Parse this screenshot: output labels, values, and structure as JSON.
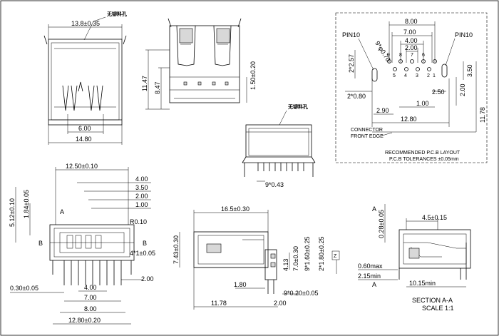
{
  "drawing": {
    "view_top": {
      "dim_top": "13.8±0.35",
      "note": "无铆料孔",
      "dim_inner": "6.00",
      "dim_bottom": "14.80"
    },
    "view_side": {
      "dim_left": "11.47",
      "dim_left2": "8.47",
      "dim_right": "1.50±0.20"
    },
    "view_small": {
      "note": "无铆料孔",
      "dim_pitch": "9*0.43"
    },
    "pcb_layout": {
      "pin_left": "PIN10",
      "pin_right": "PIN10",
      "d_8": "8.00",
      "d_7": "7.00",
      "d_4": "4.00",
      "d_2": "2.00",
      "d_hole": "9*φ0.70",
      "d_257": "2*2.57",
      "d_350": "3.50",
      "d_080": "2*0.80",
      "d_250": "2.50",
      "d_200": "2.00",
      "d_100": "1.00",
      "d_290": "2.90",
      "d_1280": "12.80",
      "d_1178": "11.78",
      "pin_nums": [
        "9",
        "8",
        "7",
        "6",
        "5",
        "4",
        "3",
        "2",
        "1"
      ],
      "connector_edge_1": "CONNECTOR",
      "connector_edge_2": "FRONT EDGE",
      "rec_1": "RECOMMENDED P.C.B LAYOUT",
      "rec_2": "P.C.B TOLERANCES ±0.05mm"
    },
    "view_front": {
      "d_1250": "12.50±0.10",
      "d_400": "4.00",
      "d_350": "3.50",
      "d_200": "2.00",
      "d_100": "1.00",
      "d_512": "5.12±0.10",
      "d_184": "1.84±0.05",
      "label_a": "A",
      "label_b": "B",
      "label_b2": "B",
      "d_r010": "R0.10",
      "d_4x1": "4*1±0.05",
      "d_200b": "2.00",
      "d_030": "0.30±0.05",
      "d_400b": "4.00",
      "d_700": "7.00",
      "d_800": "8.00",
      "d_1280": "12.80±0.20"
    },
    "view_profile": {
      "d_165": "16.5±0.30",
      "d_743": "7.43±0.30",
      "d_413": "4.13",
      "d_70": "7.0±0.30",
      "d_9160": "9*1.60±0.25",
      "d_2180": "2*1.80±0.25",
      "label_z": "Z",
      "d_180": "1.80",
      "d_9020": "9*0.20±0.05",
      "d_1178": "11.78",
      "d_200": "2.00"
    },
    "view_section": {
      "d_45": "4.5±0.15",
      "d_028": "0.28±0.05",
      "label_a": "A",
      "label_a2": "A",
      "d_060": "0.60max",
      "d_215": "2.15min",
      "d_1015": "10.15min",
      "title": "SECTION A-A",
      "scale": "SCALE 1:1"
    }
  }
}
